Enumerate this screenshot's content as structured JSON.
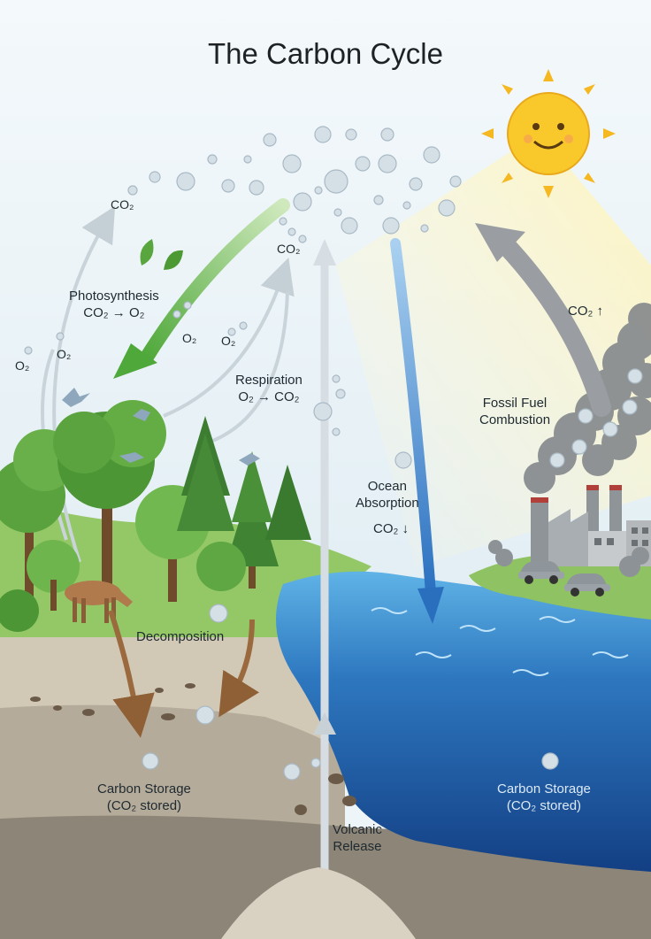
{
  "title": "The Carbon Cycle",
  "labels": {
    "photosynthesis": {
      "name": "Photosynthesis",
      "formula": "CO₂ → O₂"
    },
    "respiration": {
      "name": "Respiration",
      "formula": "O₂ → CO₂"
    },
    "fossil_fuel": {
      "line1": "Fossil Fuel",
      "line2": "Combustion",
      "co2_up": "CO₂ ↑"
    },
    "ocean": {
      "line1": "Ocean",
      "line2": "Absorption",
      "co2_down": "CO₂ ↓"
    },
    "decomposition": "Decomposition",
    "carbon_storage_land": {
      "line1": "Carbon Storage",
      "line2": "(CO₂ stored)"
    },
    "carbon_storage_ocean": {
      "line1": "Carbon Storage",
      "line2": "(CO₂ stored)"
    },
    "volcanic": {
      "line1": "Volcanic",
      "line2": "Release"
    },
    "co2_left": "CO₂",
    "co2_center": "CO₂",
    "o2_a": "O₂",
    "o2_b": "O₂",
    "o2_c": "O₂",
    "o2_d": "O₂",
    "molecule_text": "CO₂"
  },
  "colors": {
    "sky": "#eaf3f7",
    "sun": "#f7c326",
    "photosynthesis_arrow": "#6cbf4a",
    "ocean_arrow": "#2f78c4",
    "emission_arrow": "#9a9ea2",
    "gray_arrow": "#c7d3da",
    "decomposition_arrow": "#9a6a3e",
    "ocean": "#2c6fb2",
    "grass": "#8cc45a",
    "soil": "#c9bfae"
  }
}
